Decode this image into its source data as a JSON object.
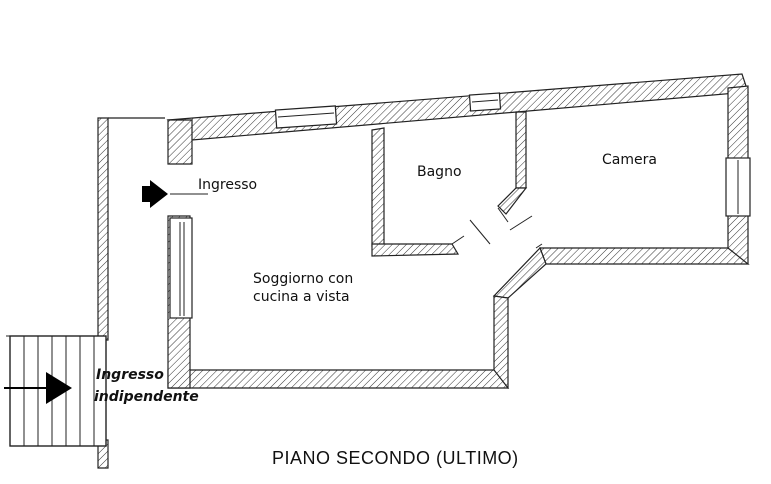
{
  "plan": {
    "title": "PIANO SECONDO (ULTIMO)",
    "rooms": {
      "ingresso": "Ingresso",
      "bagno": "Bagno",
      "camera": "Camera",
      "soggiorno_line1": "Soggiorno con",
      "soggiorno_line2": "cucina a vista"
    },
    "external_entrance": {
      "line1": "Ingresso",
      "line2": "indipendente"
    },
    "colors": {
      "wall": "#222222",
      "background": "#ffffff"
    }
  }
}
